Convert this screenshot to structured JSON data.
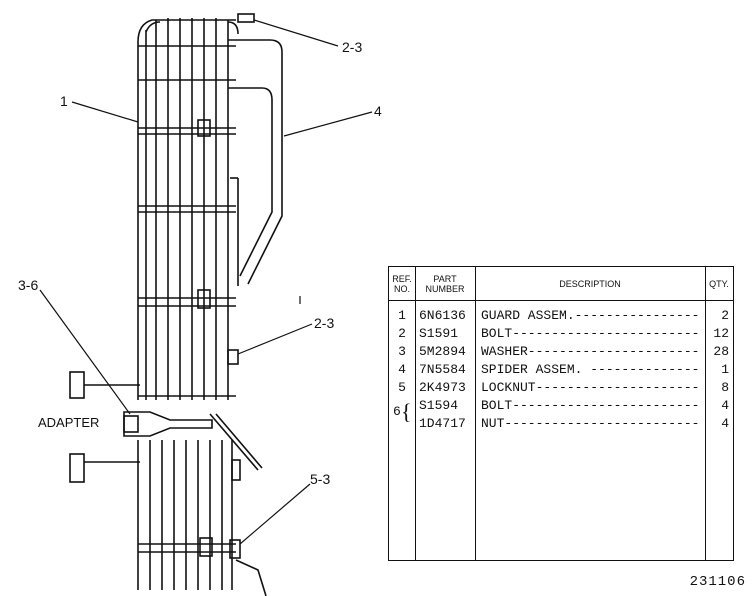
{
  "callouts": {
    "c1": "1",
    "c2_3_top": "2-3",
    "c4": "4",
    "c3_6": "3-6",
    "c2_3_mid": "2-3",
    "c5_3": "5-3",
    "adapter": "ADAPTER"
  },
  "table": {
    "headers": {
      "ref": "REF. NO.",
      "part": "PART NUMBER",
      "desc": "DESCRIPTION",
      "qty": "QTY."
    },
    "rows": [
      {
        "ref": "1",
        "part": "6N6136",
        "desc": "GUARD ASSEM.------------------",
        "qty": "2"
      },
      {
        "ref": "2",
        "part": "S1591",
        "desc": "BOLT-------------------------",
        "qty": "12"
      },
      {
        "ref": "3",
        "part": "5M2894",
        "desc": "WASHER-----------------------",
        "qty": "28"
      },
      {
        "ref": "4",
        "part": "7N5584",
        "desc": "SPIDER ASSEM. ---------------",
        "qty": "1"
      },
      {
        "ref": "5",
        "part": "2K4973",
        "desc": "LOCKNUT----------------------",
        "qty": "8"
      },
      {
        "ref": "",
        "part": "S1594",
        "desc": "BOLT-------------------------",
        "qty": "4"
      },
      {
        "ref": "",
        "part": "1D4717",
        "desc": "NUT--------------------------",
        "qty": "4"
      }
    ],
    "group_ref": "6"
  },
  "drawing_number": "231106"
}
